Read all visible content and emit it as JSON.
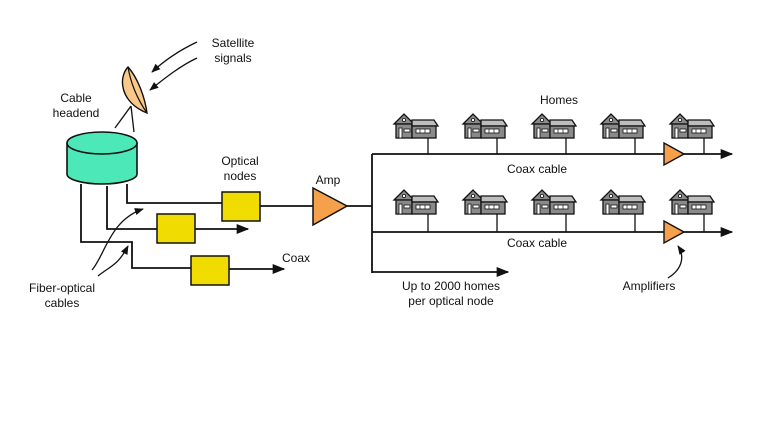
{
  "diagram": {
    "title": "Hybrid fiber-coax cable TV distribution",
    "labels": {
      "satellite_line1": "Satellite",
      "satellite_line2": "signals",
      "headend_line1": "Cable",
      "headend_line2": "headend",
      "optical_line1": "Optical",
      "optical_line2": "nodes",
      "amp": "Amp",
      "homes": "Homes",
      "coax_cable_top": "Coax cable",
      "coax_cable_bottom": "Coax cable",
      "coax": "Coax",
      "fiber_line1": "Fiber-optical",
      "fiber_line2": "cables",
      "capacity_line1": "Up to 2000 homes",
      "capacity_line2": "per optical node",
      "amplifiers": "Amplifiers"
    },
    "colors": {
      "headend": "#4de8b8",
      "dish": "#f8c98a",
      "node": "#f0dc00",
      "amplifier": "#f5a04a",
      "house": "#8a8a8a",
      "line": "#111111"
    },
    "icons": {
      "dish": "satellite-dish-icon",
      "headend": "headend-cylinder-icon",
      "node": "optical-node-box-icon",
      "amplifier": "amplifier-triangle-icon",
      "house": "house-icon"
    },
    "counts": {
      "optical_nodes": 3,
      "homes_per_row": 5,
      "coax_rows": 2
    }
  }
}
